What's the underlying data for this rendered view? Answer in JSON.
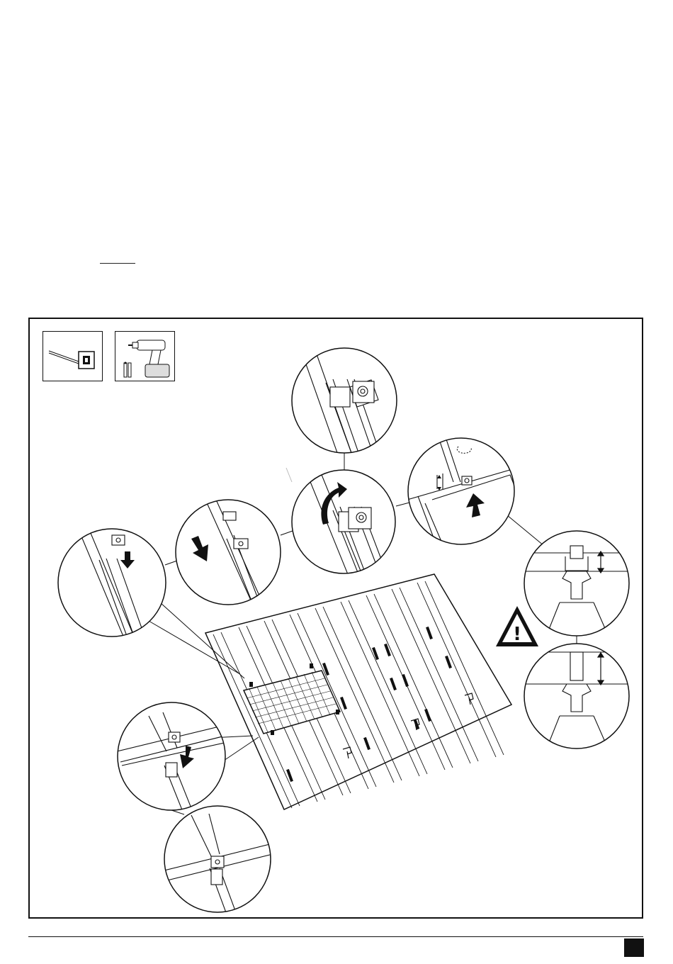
{
  "page": {
    "background": "#ffffff",
    "ink": "#111111"
  },
  "tools": [
    {
      "name": "tape-measure",
      "icon": "tape-measure-icon"
    },
    {
      "name": "cordless-drill",
      "icon": "drill-icon"
    }
  ],
  "warning": {
    "symbol": "!",
    "icon": "warning-triangle-icon"
  },
  "detail_views": [
    "slide-clamp-into-rail",
    "push-clamp-down",
    "rotate-clamp",
    "clamp-locked",
    "align-panel-edge",
    "clamp-height-correct",
    "clamp-height-incorrect",
    "end-clamp-insert",
    "end-clamp-fixed"
  ]
}
